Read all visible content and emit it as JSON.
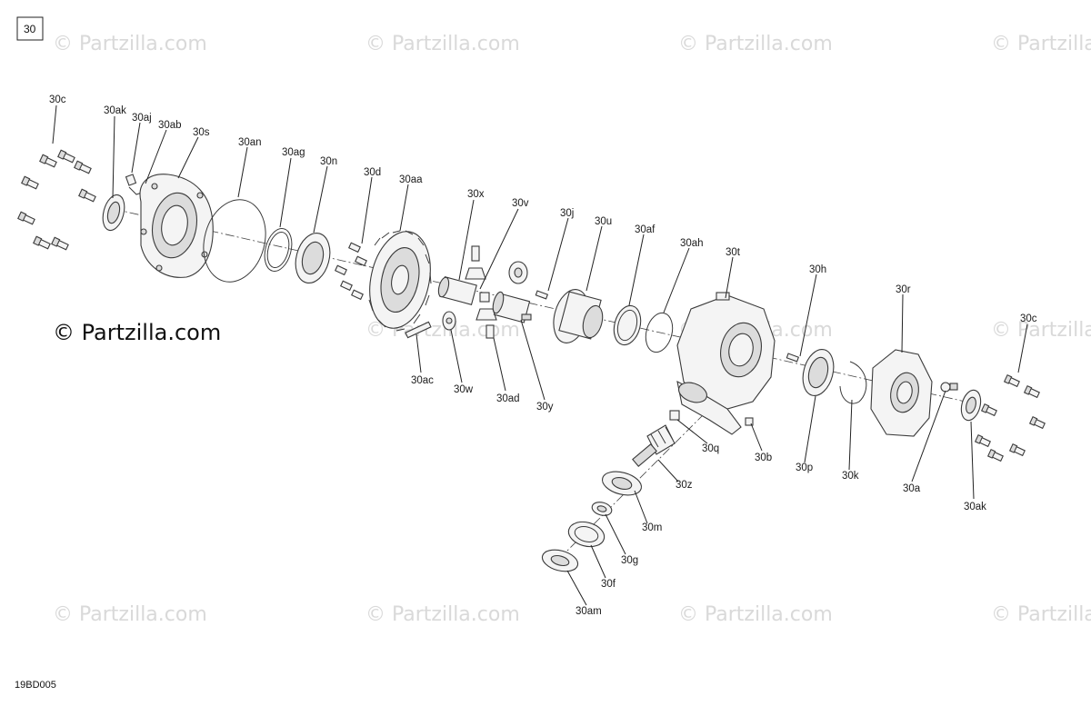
{
  "diagram": {
    "ref_number": "30",
    "drawing_code": "19BD005",
    "watermark_text": "© Partzilla.com",
    "main_watermark": "© Partzilla.com"
  },
  "labels": {
    "l_30c_left": "30c",
    "l_30ak_left": "30ak",
    "l_30aj": "30aj",
    "l_30ab": "30ab",
    "l_30s": "30s",
    "l_30an": "30an",
    "l_30ag": "30ag",
    "l_30n": "30n",
    "l_30d": "30d",
    "l_30aa": "30aa",
    "l_30x": "30x",
    "l_30v": "30v",
    "l_30j": "30j",
    "l_30u": "30u",
    "l_30af": "30af",
    "l_30ah": "30ah",
    "l_30t": "30t",
    "l_30h": "30h",
    "l_30r": "30r",
    "l_30c_right": "30c",
    "l_30ac": "30ac",
    "l_30w": "30w",
    "l_30ad": "30ad",
    "l_30y": "30y",
    "l_30q": "30q",
    "l_30b": "30b",
    "l_30p": "30p",
    "l_30k": "30k",
    "l_30a": "30a",
    "l_30ak_right": "30ak",
    "l_30z": "30z",
    "l_30m": "30m",
    "l_30g": "30g",
    "l_30f": "30f",
    "l_30am": "30am"
  }
}
